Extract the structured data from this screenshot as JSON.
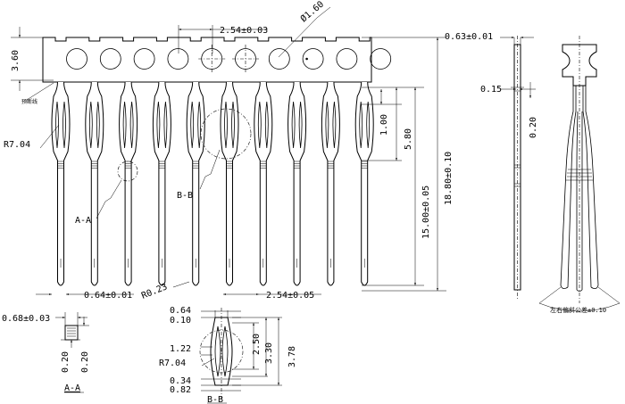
{
  "main_view": {
    "dims": {
      "d_2_54_top": "2.54±0.03",
      "d_phi": "Ø1.60",
      "d_3_60": "3.60",
      "d_r7_04": "R7.04",
      "d_1_00": "1.00",
      "d_5_80": "5.80",
      "d_15_00": "15.00±0.05",
      "d_18_80": "18.80±0.10",
      "d_0_64": "0.64±0.01",
      "d_r0_23": "R0.23",
      "d_2_54_bot": "2.54±0.05"
    },
    "labels": {
      "pre_cut": "预断线",
      "a_a": "A-A",
      "b_b": "B-B"
    }
  },
  "side_view": {
    "d_0_63": "0.63±0.01",
    "d_0_15": "0.15",
    "d_0_20": "0.20"
  },
  "right_view": {
    "tolerance_note": "左右偏斜公差±0.10"
  },
  "section_aa": {
    "d_0_68": "0.68±0.03",
    "d_0_20a": "0.20",
    "d_0_20b": "0.20",
    "title": "A-A"
  },
  "section_bb": {
    "d_0_64": "0.64",
    "d_0_10": "0.10",
    "d_1_22": "1.22",
    "d_r7_04": "R7.04",
    "d_0_34": "0.34",
    "d_0_82": "0.82",
    "d_2_50": "2.50",
    "d_3_30": "3.30",
    "d_3_78": "3.78",
    "title": "B-B"
  }
}
